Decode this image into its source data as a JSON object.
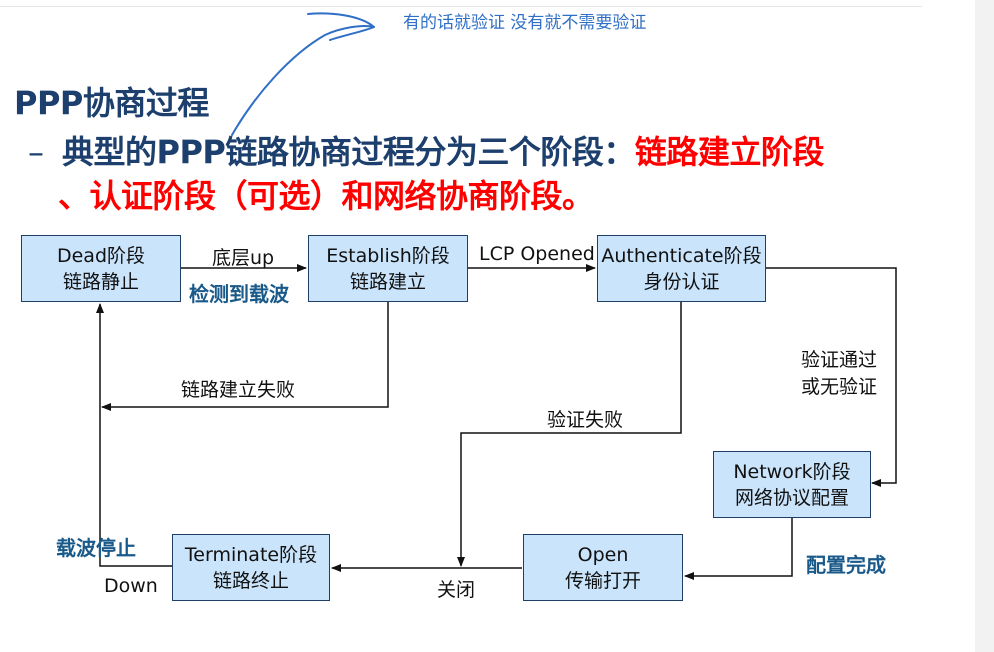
{
  "note": "有的话就验证 没有就不需要验证",
  "title": "PPP协商过程",
  "subtitle": {
    "dash": "–",
    "part1": "典型的PPP链路协商过程分为三个阶段：",
    "red1": "链路建立阶段",
    "red2": "、认证阶段（可选）和网络协商阶段。"
  },
  "boxes": {
    "dead": {
      "line1": "Dead阶段",
      "line2": "链路静止"
    },
    "establish": {
      "line1": "Establish阶段",
      "line2": "链路建立"
    },
    "authenticate": {
      "line1": "Authenticate阶段",
      "line2": "身份认证"
    },
    "network": {
      "line1": "Network阶段",
      "line2": "网络协议配置"
    },
    "open": {
      "line1": "Open",
      "line2": "传输打开"
    },
    "terminate": {
      "line1": "Terminate阶段",
      "line2": "链路终止"
    }
  },
  "labels": {
    "bottom_up": "底层up",
    "carrier_detected": "检测到载波",
    "lcp_opened": "LCP Opened",
    "establish_fail": "链路建立失败",
    "auth_pass_1": "验证通过",
    "auth_pass_2": "或无验证",
    "auth_fail": "验证失败",
    "config_done": "配置完成",
    "close": "关闭",
    "carrier_stop": "载波停止",
    "down": "Down"
  },
  "colors": {
    "box_fill": "#c9e4fb",
    "box_border": "#1f3f66",
    "title": "#1c3f6e",
    "highlight": "#ff0000",
    "blue_label": "#1a5a8a",
    "note": "#2f6fc6"
  }
}
